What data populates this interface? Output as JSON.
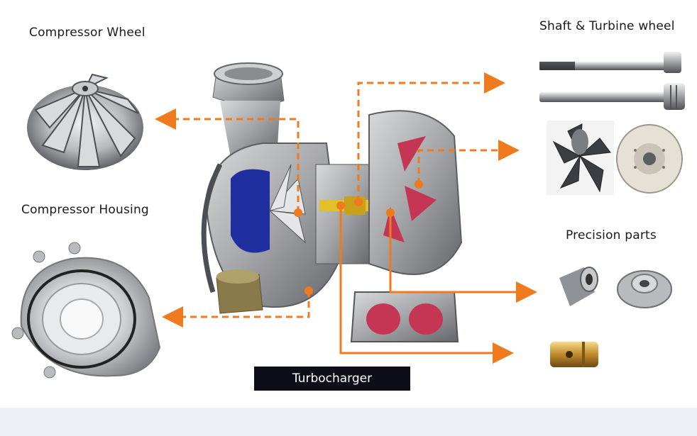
{
  "labels": {
    "compressor_wheel": "Compressor Wheel",
    "compressor_housing": "Compressor Housing",
    "shaft_turbine_wheel": "Shaft & Turbine wheel",
    "precision_parts": "Precision parts",
    "turbocharger": "Turbocharger"
  },
  "colors": {
    "arrow": "#f07a1e",
    "housing_blue": "#1f2fa0",
    "turbine_red": "#c43654",
    "caption_bg": "#0e0e18",
    "metal": "#a9aaa9"
  },
  "icons": {
    "compressor_wheel": "impeller-photo",
    "compressor_housing": "housing-photo",
    "shafts": "shaft-photo",
    "turbine_wheel": "turbine-photo",
    "bearing_disc": "disc-photo",
    "bushing": "bushing-photo",
    "thrust_collar": "collar-photo",
    "brass_bearing": "brass-bearing-photo"
  }
}
